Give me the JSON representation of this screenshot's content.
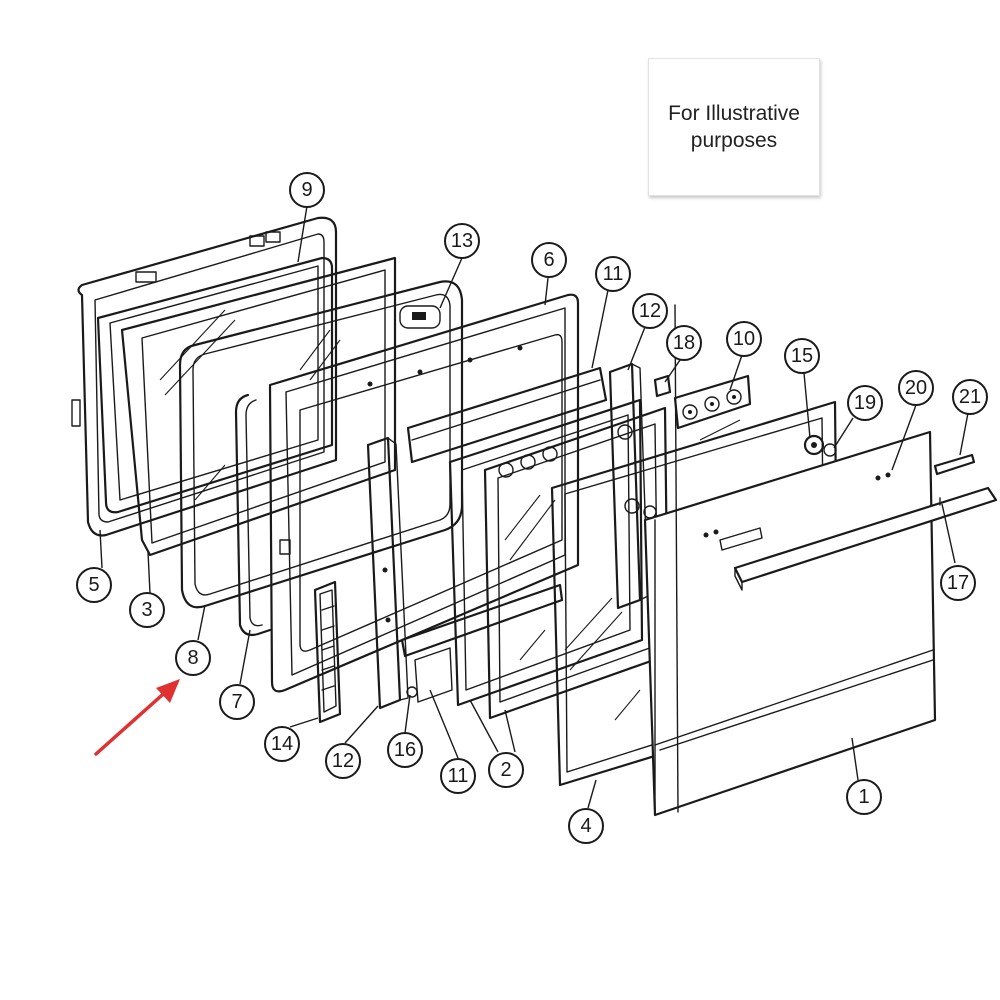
{
  "notice": {
    "line1": "For Illustrative",
    "line2": "purposes"
  },
  "callouts": [
    {
      "id": "9",
      "label": "9"
    },
    {
      "id": "13",
      "label": "13"
    },
    {
      "id": "6",
      "label": "6"
    },
    {
      "id": "11a",
      "label": "11"
    },
    {
      "id": "12a",
      "label": "12"
    },
    {
      "id": "18",
      "label": "18"
    },
    {
      "id": "10",
      "label": "10"
    },
    {
      "id": "15",
      "label": "15"
    },
    {
      "id": "19",
      "label": "19"
    },
    {
      "id": "20",
      "label": "20"
    },
    {
      "id": "21",
      "label": "21"
    },
    {
      "id": "5",
      "label": "5"
    },
    {
      "id": "3",
      "label": "3"
    },
    {
      "id": "8",
      "label": "8"
    },
    {
      "id": "7",
      "label": "7"
    },
    {
      "id": "14",
      "label": "14"
    },
    {
      "id": "12b",
      "label": "12"
    },
    {
      "id": "16",
      "label": "16"
    },
    {
      "id": "11b",
      "label": "11"
    },
    {
      "id": "2",
      "label": "2"
    },
    {
      "id": "4",
      "label": "4"
    },
    {
      "id": "1",
      "label": "1"
    },
    {
      "id": "17",
      "label": "17"
    }
  ],
  "highlight": {
    "target": "8",
    "arrow_color": "#e03131"
  }
}
